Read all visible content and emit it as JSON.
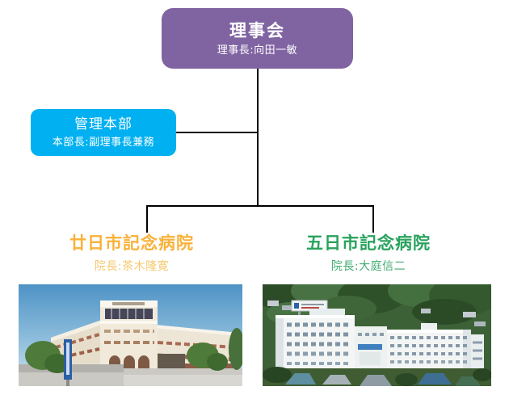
{
  "org_chart": {
    "board": {
      "title": "理事会",
      "subtitle": "理事長:向田一敏",
      "bg_color": "#8064A2",
      "text_color": "#FFFFFF"
    },
    "admin_hq": {
      "title": "管理本部",
      "subtitle": "本部長:副理事長兼務",
      "bg_color": "#00B0F0",
      "text_color": "#FFFFFF"
    },
    "connector_color": "#000000",
    "hospitals": [
      {
        "name": "廿日市記念病院",
        "director": "院長:茶木隆寛",
        "name_color": "#F9B13A",
        "director_color": "#F6C96E",
        "photo": "hatsukaichi-memorial-hospital-building-photo"
      },
      {
        "name": "五日市記念病院",
        "director": "院長:大庭信二",
        "name_color": "#28A25D",
        "director_color": "#42AB71",
        "photo": "itsukaichi-memorial-hospital-aerial-photo"
      }
    ]
  }
}
